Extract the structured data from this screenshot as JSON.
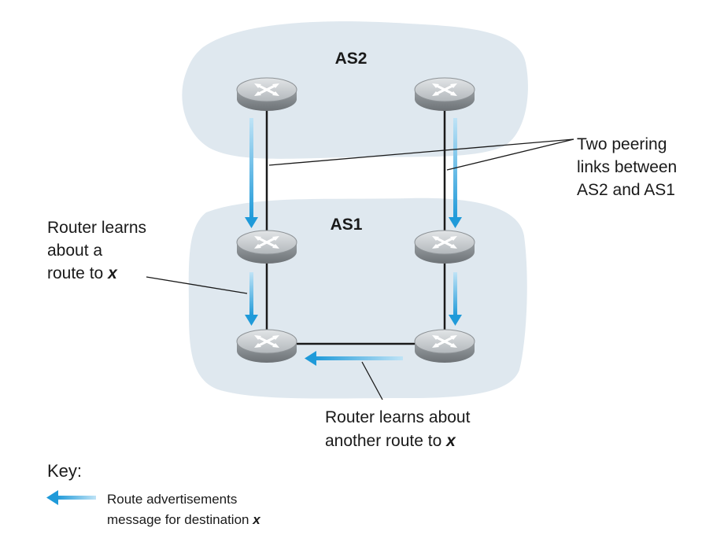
{
  "colors": {
    "cloud": "#dfe8ef",
    "arrow": "#2aa3e0",
    "link": "#1a1a1a",
    "router_top": "#c9cdd0",
    "router_side": "#8b9094"
  },
  "as_regions": [
    {
      "label": "AS2"
    },
    {
      "label": "AS1"
    }
  ],
  "routers": [
    {
      "id": "as2-left",
      "icon": "router-icon"
    },
    {
      "id": "as2-right",
      "icon": "router-icon"
    },
    {
      "id": "as1-top-left",
      "icon": "router-icon"
    },
    {
      "id": "as1-top-right",
      "icon": "router-icon"
    },
    {
      "id": "as1-bottom-left",
      "icon": "router-icon"
    },
    {
      "id": "as1-bottom-right",
      "icon": "router-icon"
    }
  ],
  "annotations": {
    "peering": [
      "Two peering",
      "links between",
      "AS2 and AS1"
    ],
    "learns_route": {
      "lines": [
        "Router learns",
        "about a"
      ],
      "last_prefix": "route to ",
      "var": "x"
    },
    "learns_another": {
      "line1": "Router learns about",
      "last_prefix": "another route to ",
      "var": "x"
    }
  },
  "key": {
    "title": "Key:",
    "line1": "Route advertisements",
    "line2_prefix": "message for destination ",
    "var": "x"
  }
}
